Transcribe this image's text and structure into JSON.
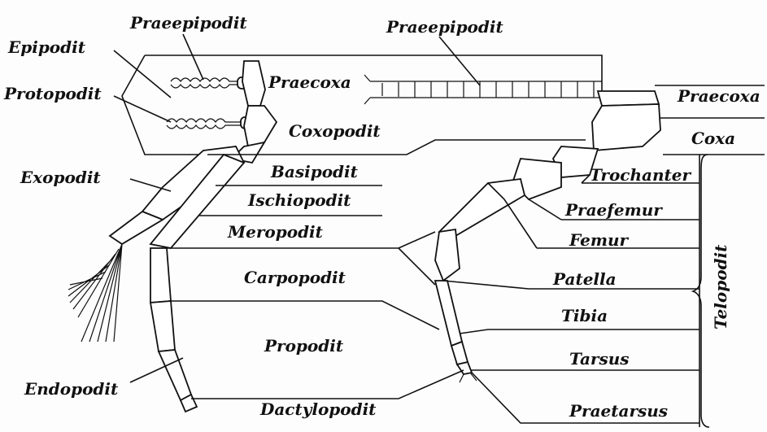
{
  "labels": {
    "epipodit": "Epipodit",
    "protopodit": "Protopodit",
    "exopodit": "Exopodit",
    "endopodit": "Endopodit",
    "praeepipodit_left": "Praeepipodit",
    "praeepipodit_right": "Praeepipodit",
    "praecoxa_left": "Praecoxa",
    "coxopodit": "Coxopodit",
    "basipodit": "Basipodit",
    "ischiopodit": "Ischiopodit",
    "meropodit": "Meropodit",
    "carpopodit": "Carpopodit",
    "propodit": "Propodit",
    "dactylopodit": "Dactylopodit",
    "praecoxa_right": "Praecoxa",
    "coxa": "Coxa",
    "trochanter": "Trochanter",
    "praefemur": "Praefemur",
    "femur": "Femur",
    "patella": "Patella",
    "tibia": "Tibia",
    "tarsus": "Tarsus",
    "praetarsus": "Praetarsus",
    "telopodit": "Telopodit"
  }
}
